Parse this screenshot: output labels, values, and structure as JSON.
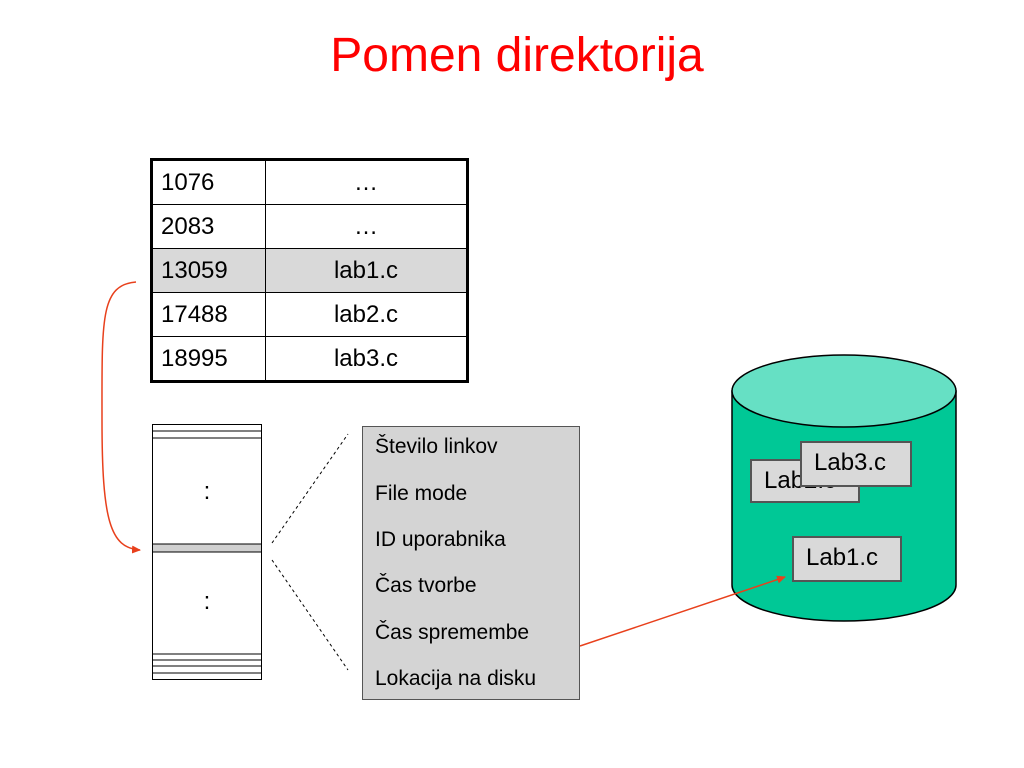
{
  "title": "Pomen direktorija",
  "directory": {
    "rows": [
      {
        "inode": "1076",
        "name": "…"
      },
      {
        "inode": "2083",
        "name": "…"
      },
      {
        "inode": "13059",
        "name": "lab1.c",
        "highlighted": true
      },
      {
        "inode": "17488",
        "name": "lab2.c"
      },
      {
        "inode": "18995",
        "name": "lab3.c"
      }
    ]
  },
  "inode_table": {
    "upper_dots": ":",
    "lower_dots": ":"
  },
  "inode_attributes": [
    "Število linkov",
    "File mode",
    "ID uporabnika",
    "Čas tvorbe",
    "Čas spremembe",
    "Lokacija na disku"
  ],
  "disk": {
    "files": [
      "Lab2.c",
      "Lab3.c",
      "Lab1.c"
    ]
  },
  "colors": {
    "title": "#ff0000",
    "arrow": "#e8401c",
    "disk_body": "#00c896",
    "disk_top": "#66e0c4",
    "highlight_row": "#d9d9d9",
    "attr_box": "#d4d4d4"
  }
}
